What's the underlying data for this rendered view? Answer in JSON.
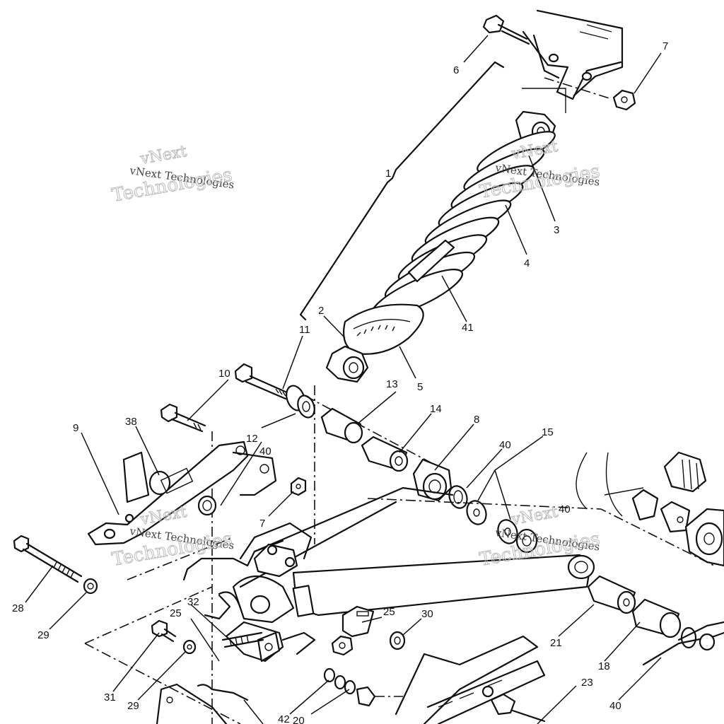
{
  "watermark": {
    "brand_big": "vNext",
    "brand_small": "vNext Technologies",
    "brand_line": "Technologies"
  },
  "callouts": {
    "c1": "1",
    "c2": "2",
    "c3": "3",
    "c4": "4",
    "c5": "5",
    "c6": "6",
    "c7a": "7",
    "c7b": "7",
    "c8": "8",
    "c9": "9",
    "c10": "10",
    "c11": "11",
    "c12": "12",
    "c13": "13",
    "c14": "14",
    "c15": "15",
    "c18": "18",
    "c21": "21",
    "c23": "23",
    "c25a": "25",
    "c25b": "25",
    "c28": "28",
    "c29a": "29",
    "c29b": "29",
    "c30": "30",
    "c31": "31",
    "c32": "32",
    "c38": "38",
    "c40a": "40",
    "c40b": "40",
    "c40c": "40",
    "c40d": "40",
    "c41": "41",
    "c42": "42",
    "c20": "20"
  }
}
